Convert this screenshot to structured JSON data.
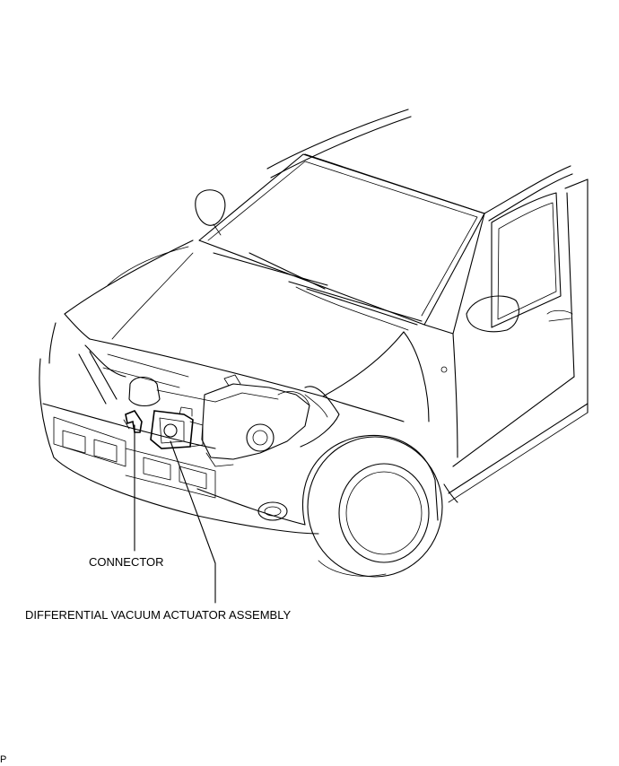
{
  "labels": {
    "connector": "CONNECTOR",
    "actuator": "DIFFERENTIAL VACUUM ACTUATOR ASSEMBLY",
    "corner": "P"
  },
  "colors": {
    "line": "#000000",
    "background": "#ffffff"
  }
}
